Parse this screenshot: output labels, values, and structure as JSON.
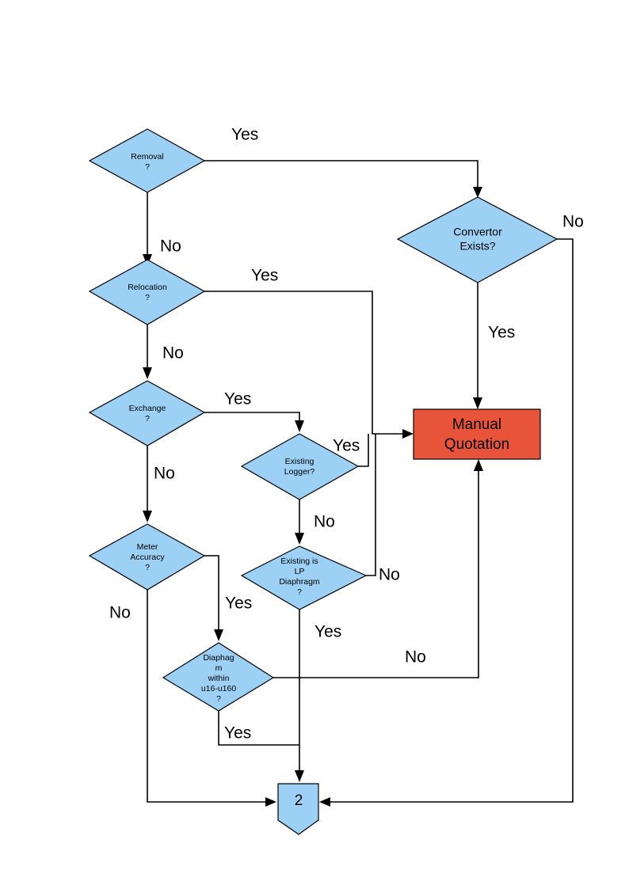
{
  "diagram": {
    "type": "flowchart",
    "title": "",
    "background_color": "#FFFFFF",
    "decision_fill": "#9DD0F5",
    "process_fill": "#E8543A",
    "line_color": "#000000",
    "nodes": {
      "removal": {
        "id": "removal",
        "shape": "decision",
        "lines": [
          "Removal",
          "?"
        ]
      },
      "relocation": {
        "id": "relocation",
        "shape": "decision",
        "lines": [
          "Relocation",
          "?"
        ]
      },
      "exchange": {
        "id": "exchange",
        "shape": "decision",
        "lines": [
          "Exchange",
          "?"
        ]
      },
      "meter_accuracy": {
        "id": "meter_accuracy",
        "shape": "decision",
        "lines": [
          "Meter",
          "Accuracy",
          "?"
        ]
      },
      "convertor_exists": {
        "id": "convertor_exists",
        "shape": "decision",
        "lines": [
          "Convertor",
          "Exists?"
        ]
      },
      "existing_logger": {
        "id": "existing_logger",
        "shape": "decision",
        "lines": [
          "Existing",
          "Logger?"
        ]
      },
      "existing_lp_diaphragm": {
        "id": "existing_lp_diaphragm",
        "shape": "decision",
        "lines": [
          "Existing is",
          "LP",
          "Diaphragm",
          "?"
        ]
      },
      "diaphragm_range": {
        "id": "diaphragm_range",
        "shape": "decision",
        "lines": [
          "Diaphag",
          "m",
          "within",
          "u16-u160",
          "?"
        ]
      },
      "manual_quotation": {
        "id": "manual_quotation",
        "shape": "process",
        "lines": [
          "Manual",
          "Quotation"
        ]
      },
      "connector_2": {
        "id": "connector_2",
        "shape": "connector",
        "lines": [
          "2"
        ]
      }
    },
    "edge_labels": {
      "removal_yes": "Yes",
      "removal_no": "No",
      "relocation_yes": "Yes",
      "relocation_no": "No",
      "exchange_yes": "Yes",
      "exchange_no": "No",
      "meter_accuracy_yes": "Yes",
      "meter_accuracy_no": "No",
      "convertor_yes": "Yes",
      "convertor_no": "No",
      "existing_logger_yes": "Yes",
      "existing_logger_no": "No",
      "lp_diaphragm_yes": "Yes",
      "lp_diaphragm_no": "No",
      "diaphragm_range_yes": "Yes",
      "diaphragm_range_no": "No"
    },
    "edges": [
      {
        "from": "removal",
        "to": "convertor_exists",
        "label": "Yes"
      },
      {
        "from": "removal",
        "to": "relocation",
        "label": "No"
      },
      {
        "from": "relocation",
        "to": "manual_quotation",
        "label": "Yes"
      },
      {
        "from": "relocation",
        "to": "exchange",
        "label": "No"
      },
      {
        "from": "exchange",
        "to": "existing_logger",
        "label": "Yes"
      },
      {
        "from": "exchange",
        "to": "meter_accuracy",
        "label": "No"
      },
      {
        "from": "meter_accuracy",
        "to": "diaphragm_range",
        "label": "Yes"
      },
      {
        "from": "meter_accuracy",
        "to": "connector_2",
        "label": "No"
      },
      {
        "from": "convertor_exists",
        "to": "manual_quotation",
        "label": "Yes"
      },
      {
        "from": "convertor_exists",
        "to": "connector_2",
        "label": "No"
      },
      {
        "from": "existing_logger",
        "to": "manual_quotation",
        "label": "Yes"
      },
      {
        "from": "existing_logger",
        "to": "existing_lp_diaphragm",
        "label": "No"
      },
      {
        "from": "existing_lp_diaphragm",
        "to": "manual_quotation",
        "label": "No"
      },
      {
        "from": "existing_lp_diaphragm",
        "to": "connector_2",
        "label": "Yes"
      },
      {
        "from": "diaphragm_range",
        "to": "manual_quotation",
        "label": "No"
      },
      {
        "from": "diaphragm_range",
        "to": "connector_2",
        "label": "Yes"
      }
    ]
  }
}
